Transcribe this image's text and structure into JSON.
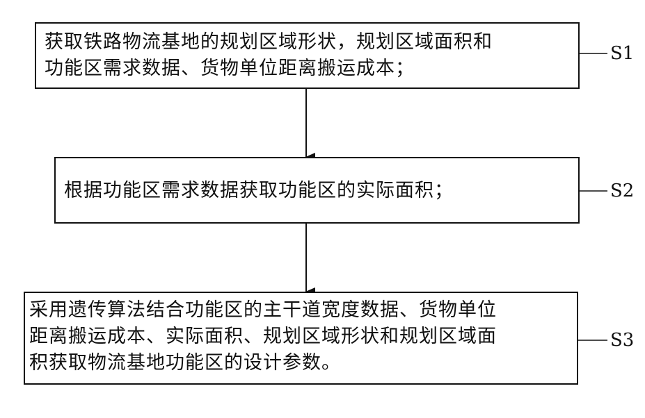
{
  "steps": [
    {
      "id": "S1",
      "label": "S1",
      "lines": [
        "获取铁路物流基地的规划区域形状，规划区域面积和",
        "功能区需求数据、货物单位距离搬运成本；"
      ]
    },
    {
      "id": "S2",
      "label": "S2",
      "lines": [
        "根据功能区需求数据获取功能区的实际面积；"
      ]
    },
    {
      "id": "S3",
      "label": "S3",
      "lines": [
        "采用遗传算法结合功能区的主干道宽度数据、货物单位",
        "距离搬运成本、实际面积、规划区域形状和规划区域面",
        "积获取物流基地功能区的设计参数。"
      ]
    }
  ]
}
